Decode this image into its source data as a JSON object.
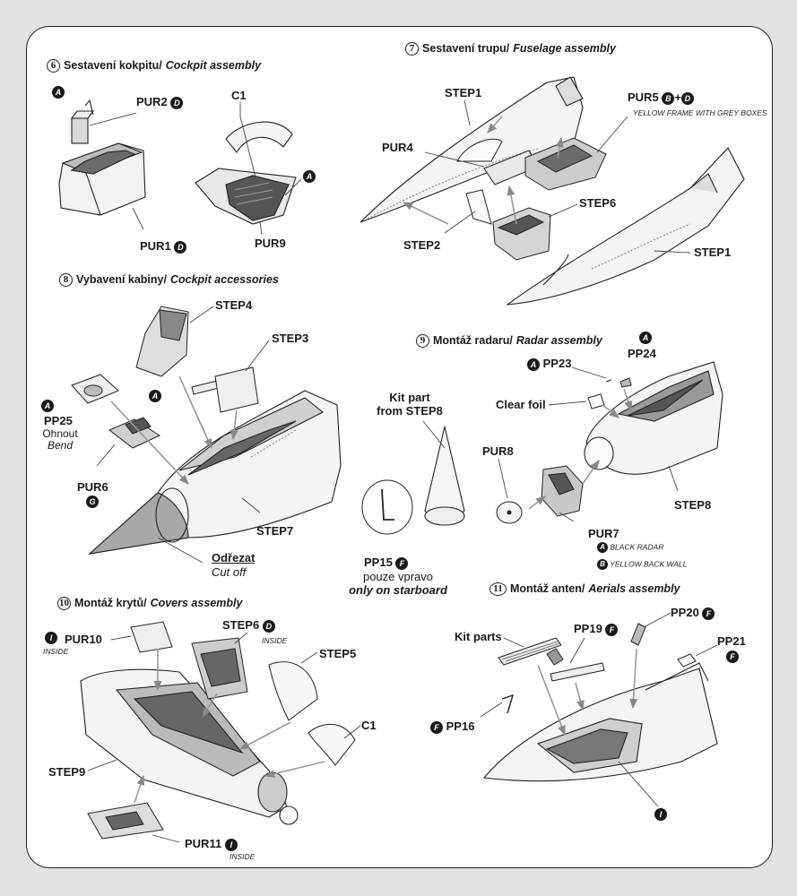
{
  "sections": {
    "s6": {
      "num": "6",
      "cz": "Sestavení kokpitu/",
      "en": "Cockpit assembly"
    },
    "s7": {
      "num": "7",
      "cz": "Sestavení trupu/",
      "en": "Fuselage assembly"
    },
    "s8": {
      "num": "8",
      "cz": "Vybavení kabiny/",
      "en": "Cockpit accessories"
    },
    "s9": {
      "num": "9",
      "cz": "Montáž radaru/",
      "en": "Radar assembly"
    },
    "s10": {
      "num": "10",
      "cz": "Montáž krytů/",
      "en": "Covers assembly"
    },
    "s11": {
      "num": "11",
      "cz": "Montáž anten/",
      "en": "Aerials assembly"
    }
  },
  "labels": {
    "pur2": "PUR2",
    "c1_a": "C1",
    "pur1": "PUR1",
    "pur9": "PUR9",
    "step1_a": "STEP1",
    "pur5": "PUR5",
    "plus": "+",
    "yellow_frame": "YELLOW FRAME WITH GREY BOXES",
    "pur4": "PUR4",
    "step6_a": "STEP6",
    "step2": "STEP2",
    "step1_b": "STEP1",
    "step4": "STEP4",
    "step3": "STEP3",
    "pp25": "PP25",
    "ohnout": "Ohnout",
    "bend": "Bend",
    "pur6": "PUR6",
    "step7": "STEP7",
    "odrezat": "Odřezat",
    "cut_off": "Cut off",
    "kit_part": "Kit part",
    "from_step8": "from STEP8",
    "pp15": "PP15",
    "pouze_vpravo": "pouze vpravo",
    "only_starboard": "only on starboard",
    "pp23": "PP23",
    "pp24": "PP24",
    "clear_foil": "Clear foil",
    "pur8": "PUR8",
    "pur7": "PUR7",
    "step8": "STEP8",
    "black_radar": "BLACK RADAR",
    "yellow_back_wall": "YELLOW BACK WALL",
    "pur10": "PUR10",
    "inside_a": "INSIDE",
    "step6_b": "STEP6",
    "inside_b": "INSIDE",
    "step5": "STEP5",
    "c1_b": "C1",
    "step9": "STEP9",
    "pur11": "PUR11",
    "inside_c": "INSIDE",
    "kit_parts": "Kit parts",
    "pp19": "PP19",
    "pp20": "PP20",
    "pp21": "PP21",
    "pp16": "PP16"
  },
  "badges": {
    "A": "A",
    "B": "B",
    "D": "D",
    "F": "F",
    "G": "G",
    "I": "I"
  }
}
